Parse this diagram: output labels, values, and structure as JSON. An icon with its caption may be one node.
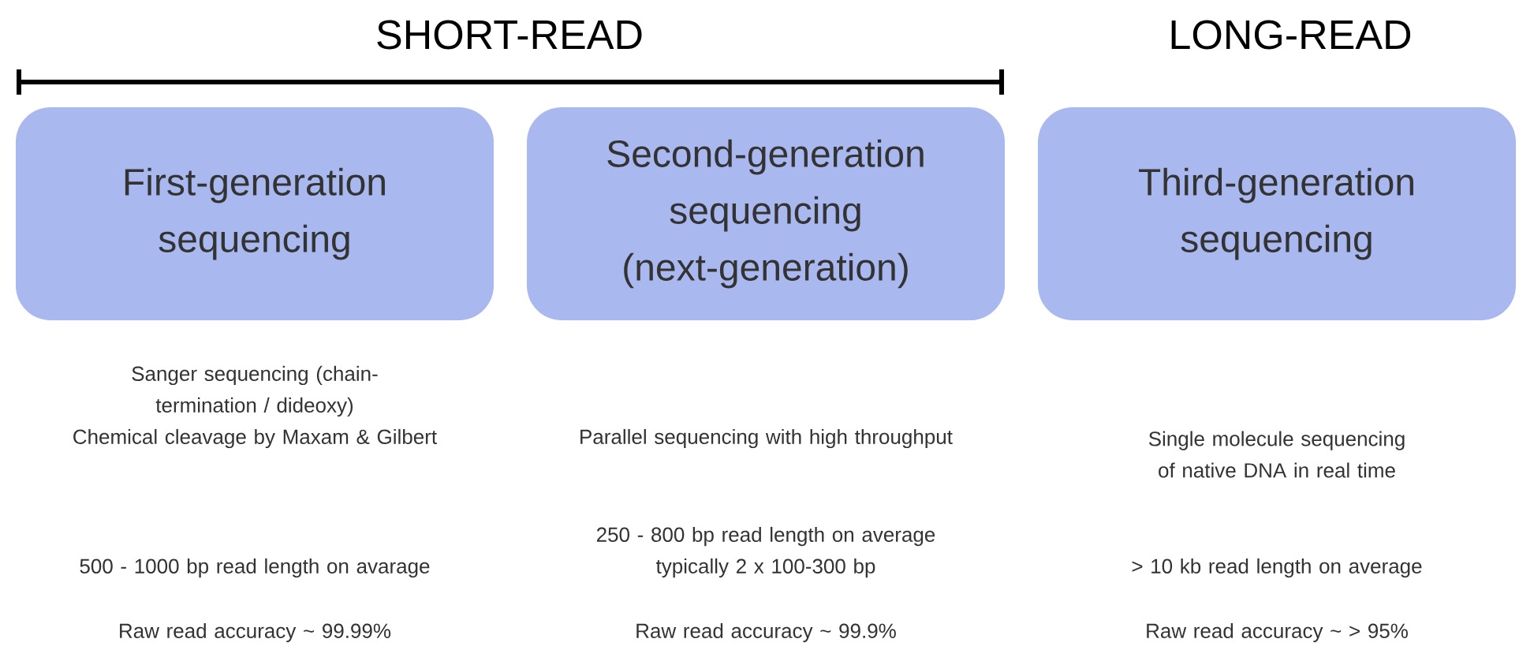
{
  "diagram": {
    "nodes": [
      {
        "text": [
          "First-generation sequencing"
        ],
        "beside": [
          "Sanger sequencing (chain-termination / dideoxy)",
          "Chemical cleavage by Maxam & Gilbert",
          "500 - 1000 bp read length on avarage",
          "Raw read accuracy ~ 99.99%"
        ]
      },
      {
        "text": [
          "Second-generation sequencing (next-generation)"
        ],
        "beside": [
          "Parallel sequencing with high throughput",
          "250 - 800 bp read length on average",
          "typically 2 x 100-300 bp",
          "Raw read accuracy ~ 99.9%"
        ]
      },
      {
        "text": [
          "Third-generation sequencing"
        ],
        "beside": [
          "Single molecule sequencing of native DNA in real time",
          "> 10 kb read length on average",
          "Raw read accuracy ~ > 95%"
        ]
      }
    ],
    "labels": [
      "SHORT-READ",
      "LONG-READ"
    ]
  }
}
